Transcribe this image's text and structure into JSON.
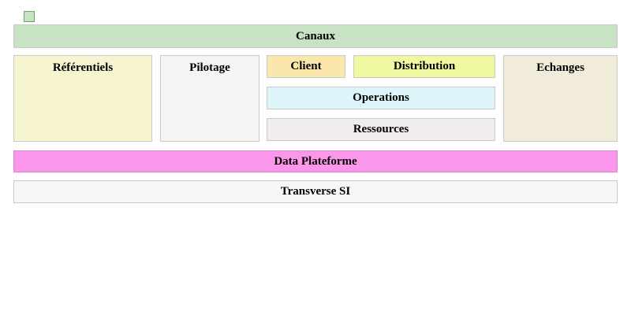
{
  "diagram": {
    "kind": "enterprise-architecture-block-diagram",
    "background": "#ffffff",
    "border_color": "#c9c9c9",
    "text_color": "#000000",
    "legend_swatch": {
      "color": "#c8e2c4",
      "border_color": "#6f9e6f"
    }
  },
  "blocks": {
    "canaux": {
      "label": "Canaux",
      "color": "#c8e2c4",
      "border": "#c9c9c9"
    },
    "referentiels": {
      "label": "Référentiels",
      "color": "#f6f5d0",
      "border": "#c9c9c9"
    },
    "pilotage": {
      "label": "Pilotage",
      "color": "#f4f4f2",
      "border": "#c9c9c9"
    },
    "client": {
      "label": "Client",
      "color": "#fbe7ac",
      "border": "#c9c9c9"
    },
    "distribution": {
      "label": "Distribution",
      "color": "#f0f7a1",
      "border": "#c9c9c9"
    },
    "operations": {
      "label": "Operations",
      "color": "#ddf5f8",
      "border": "#c9c9c9"
    },
    "ressources": {
      "label": "Ressources",
      "color": "#f1ecec",
      "border": "#c9c9c9"
    },
    "echanges": {
      "label": "Echanges",
      "color": "#f0ecd9",
      "border": "#c9c9c9"
    },
    "data_plateforme": {
      "label": "Data Plateforme",
      "color": "#fb97ea",
      "border": "#df84cd"
    },
    "transverse_si": {
      "label": "Transverse SI",
      "color": "#f6f6f6",
      "border": "#c9c9c9"
    }
  }
}
